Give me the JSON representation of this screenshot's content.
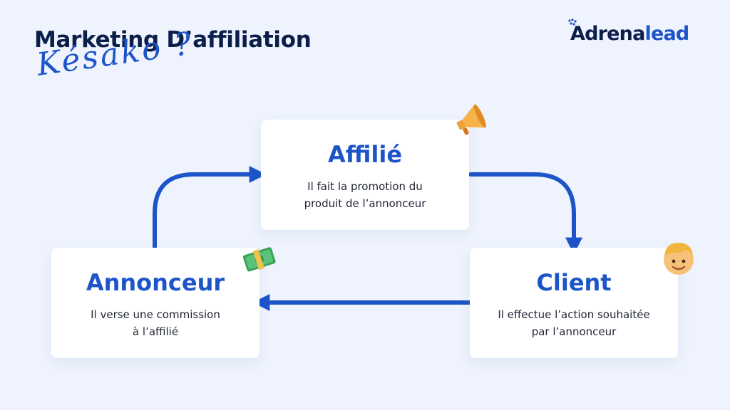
{
  "header": {
    "title": "Marketing D’affiliation",
    "subtitle": "Késako ?"
  },
  "logo": {
    "part1": "Adrena",
    "part2": "lead"
  },
  "nodes": {
    "affilie": {
      "heading": "Affilié",
      "line1": "Il fait la promotion du",
      "line2": "produit de l’annonceur",
      "icon": "megaphone-icon"
    },
    "annonceur": {
      "heading": "Annonceur",
      "line1": "Il verse une commission",
      "line2": "à l’affilié",
      "icon": "money-icon"
    },
    "client": {
      "heading": "Client",
      "line1": "Il effectue l’action souhaitée",
      "line2": "par l’annonceur",
      "icon": "person-face-icon"
    }
  },
  "edges": [
    {
      "from": "annonceur",
      "to": "affilie"
    },
    {
      "from": "affilie",
      "to": "client"
    },
    {
      "from": "client",
      "to": "annonceur"
    }
  ],
  "colors": {
    "accent": "#1d55c9",
    "title": "#0c1e4a",
    "background": "#eef3fd",
    "card": "#ffffff"
  }
}
